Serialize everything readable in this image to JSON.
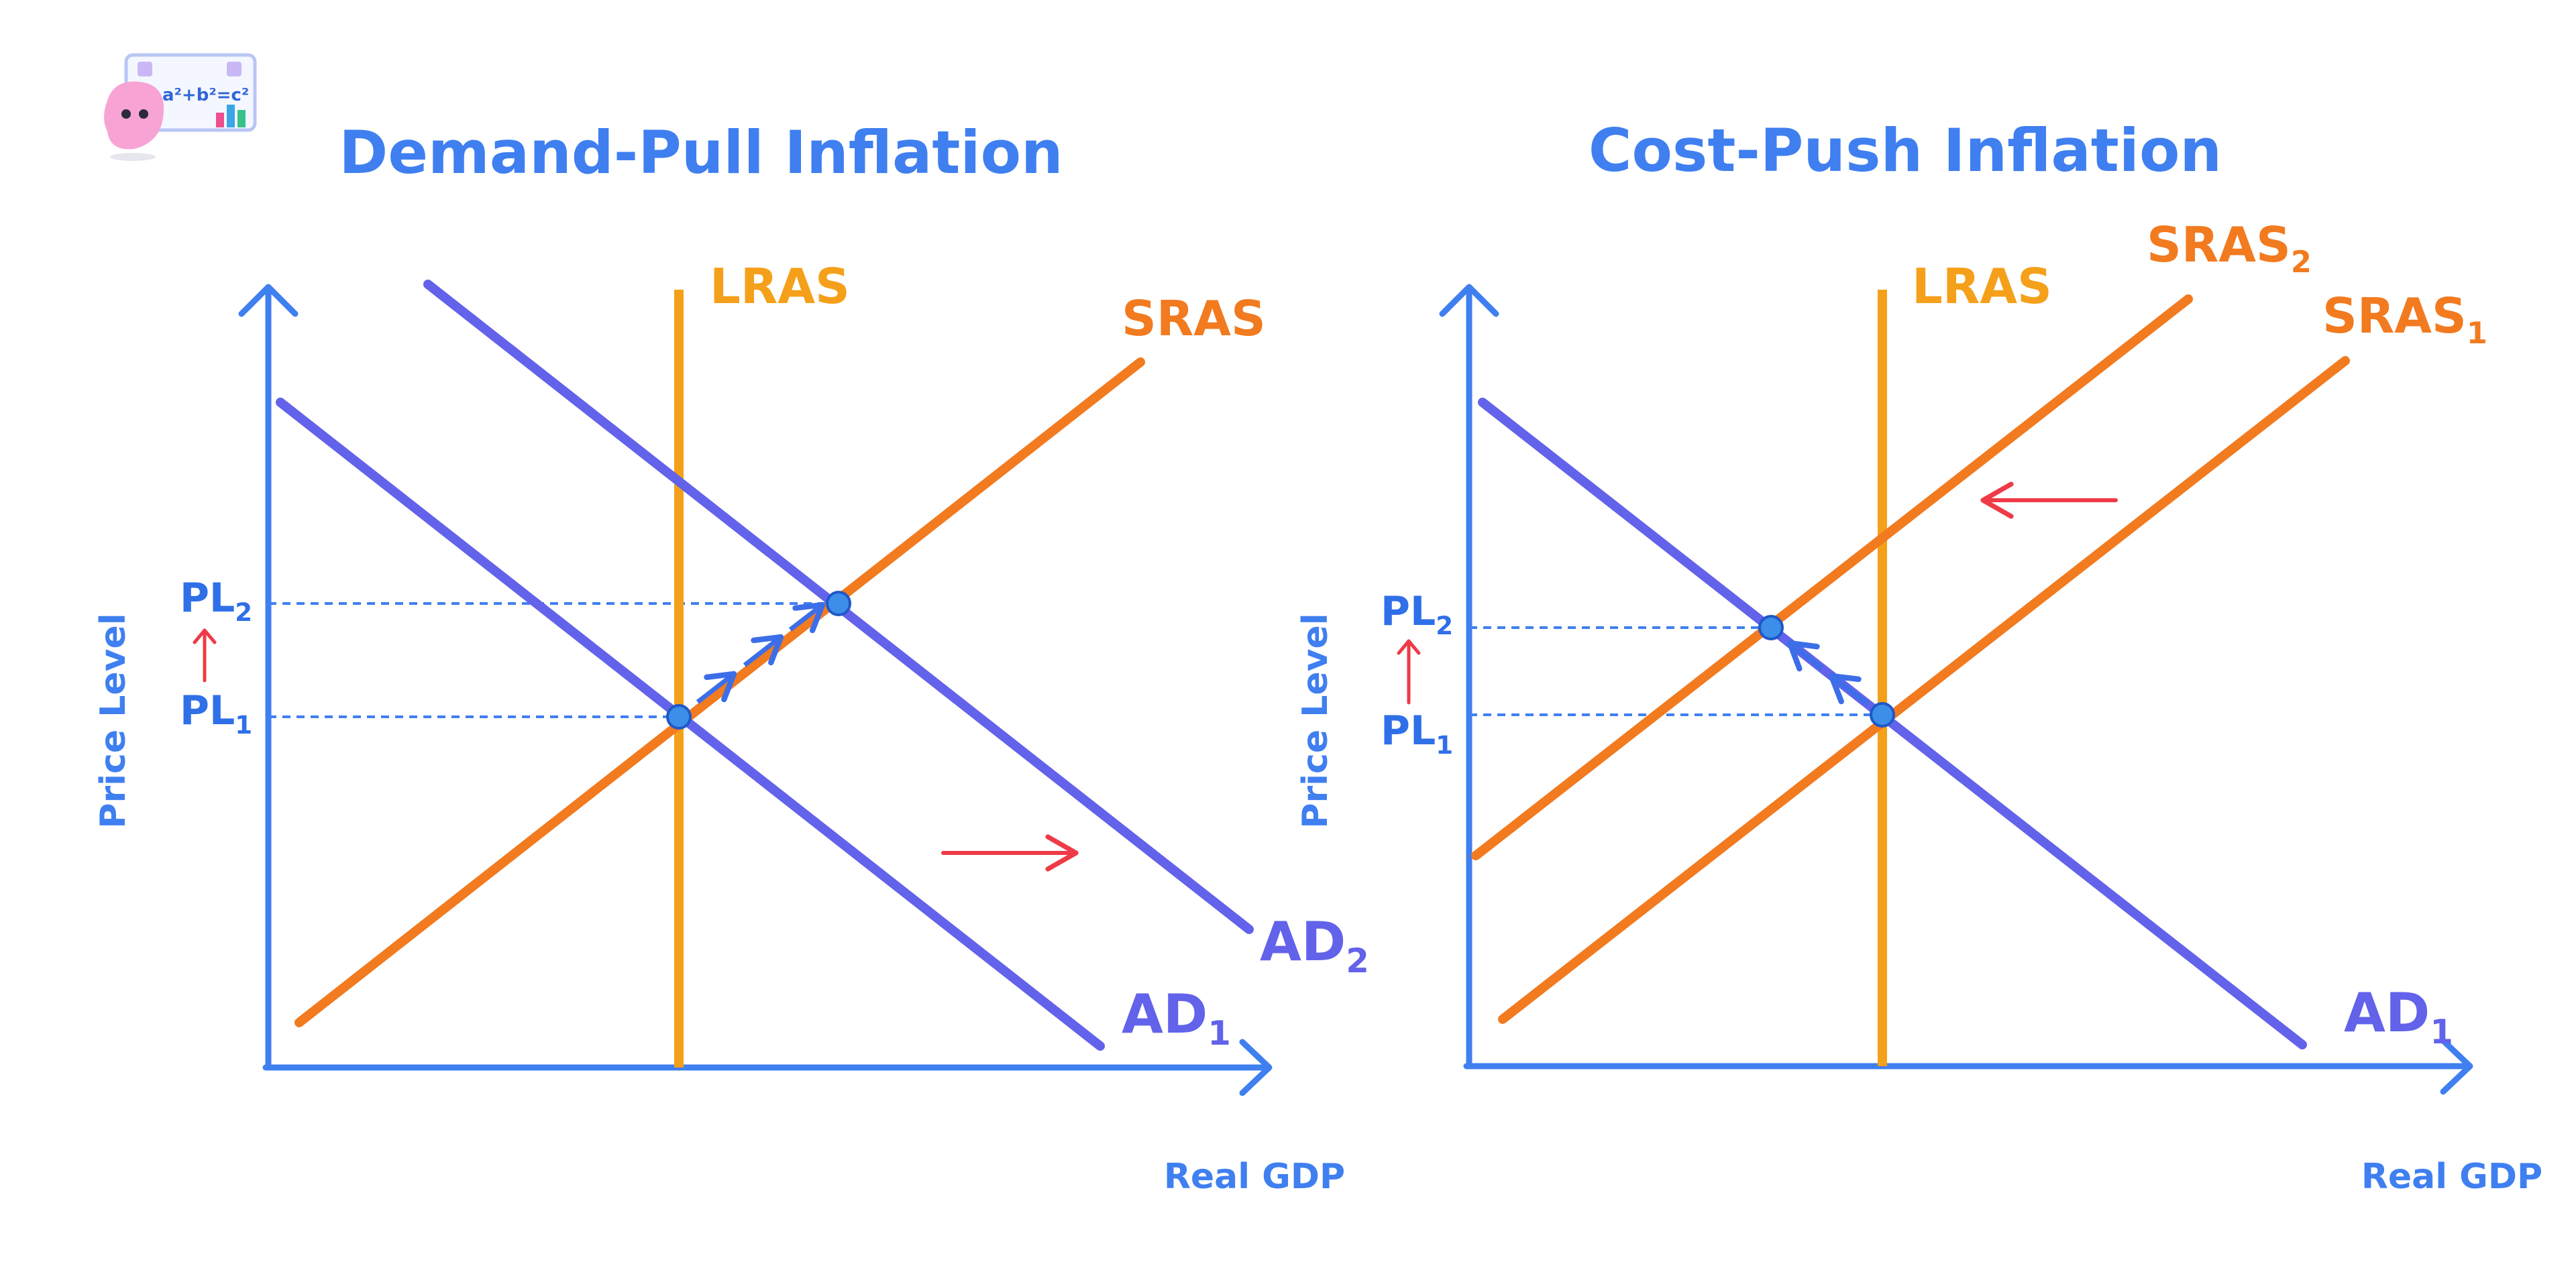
{
  "logo": {
    "formula": "a²+b²=c²"
  },
  "left_diagram": {
    "title": "Demand-Pull Inflation",
    "x_axis_label": "Real GDP",
    "y_axis_label": "Price Level",
    "price_levels": [
      {
        "base": "PL",
        "sub": "2"
      },
      {
        "base": "PL",
        "sub": "1"
      }
    ],
    "curves": {
      "lras": {
        "base": "LRAS"
      },
      "sras": {
        "base": "SRAS"
      },
      "ad1": {
        "base": "AD",
        "sub": "1"
      },
      "ad2": {
        "base": "AD",
        "sub": "2"
      }
    },
    "shift": "AD shifts right"
  },
  "right_diagram": {
    "title": "Cost-Push Inflation",
    "x_axis_label": "Real GDP",
    "y_axis_label": "Price Level",
    "price_levels": [
      {
        "base": "PL",
        "sub": "2"
      },
      {
        "base": "PL",
        "sub": "1"
      }
    ],
    "curves": {
      "lras": {
        "base": "LRAS"
      },
      "sras2": {
        "base": "SRAS",
        "sub": "2"
      },
      "sras1": {
        "base": "SRAS",
        "sub": "1"
      },
      "ad1": {
        "base": "AD",
        "sub": "1"
      }
    },
    "shift": "SRAS shifts left"
  },
  "colors": {
    "axis": "#3f7ff0",
    "demand": "#6262ea",
    "sras": "#f27a1f",
    "lras": "#f5a01a",
    "shift_arrow": "#ee3b47",
    "equilibrium_point": "#3c8ee8"
  }
}
